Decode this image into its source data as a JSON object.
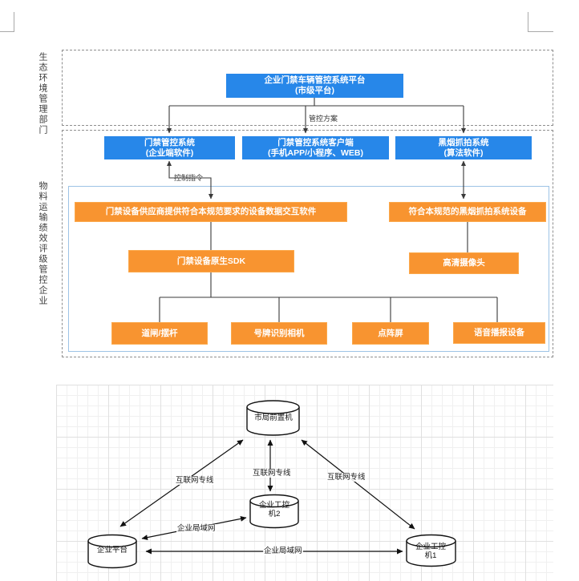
{
  "sections": [
    {
      "label": "生态环境管理部门"
    },
    {
      "label": "物料运输绩效评级管控企业"
    }
  ],
  "flowchart": {
    "platform_box": {
      "line1": "企业门禁车辆管控系统平台",
      "line2": "(市级平台)"
    },
    "system_boxes": [
      {
        "line1": "门禁管控系统",
        "line2": "(企业端软件)"
      },
      {
        "line1": "门禁管控系统客户端",
        "line2": "(手机APP/小程序、WEB)"
      },
      {
        "line1": "黑烟抓拍系统",
        "line2": "(算法软件)"
      }
    ],
    "device_boxes": {
      "interact_software": "门禁设备供应商提供符合本规范要求的设备数据交互软件",
      "sdk": "门禁设备原生SDK",
      "smoke_device": "符合本规范的黑烟抓拍系统设备",
      "camera": "高清摄像头",
      "peripherals": [
        "道闸/摆杆",
        "号牌识别相机",
        "点阵屏",
        "语音播报设备"
      ]
    },
    "edge_labels": {
      "plan": "管控方案",
      "cmd": "控制指令"
    }
  },
  "network": {
    "nodes": [
      {
        "label": "市局前置机"
      },
      {
        "label": "企业工控机2"
      },
      {
        "label": "企业平台"
      },
      {
        "label": "企业工控机1"
      }
    ],
    "edge_labels": {
      "inet_left": "互联网专线",
      "inet_mid": "互联网专线",
      "inet_right": "互联网专线",
      "lan_diag": "企业局域网",
      "lan_horiz": "企业局域网"
    }
  },
  "colors": {
    "blue_box": "#2787E9",
    "orange_box": "#F89430",
    "container_border": "#9DC3E6",
    "dashed_border": "#8F8F8F"
  }
}
